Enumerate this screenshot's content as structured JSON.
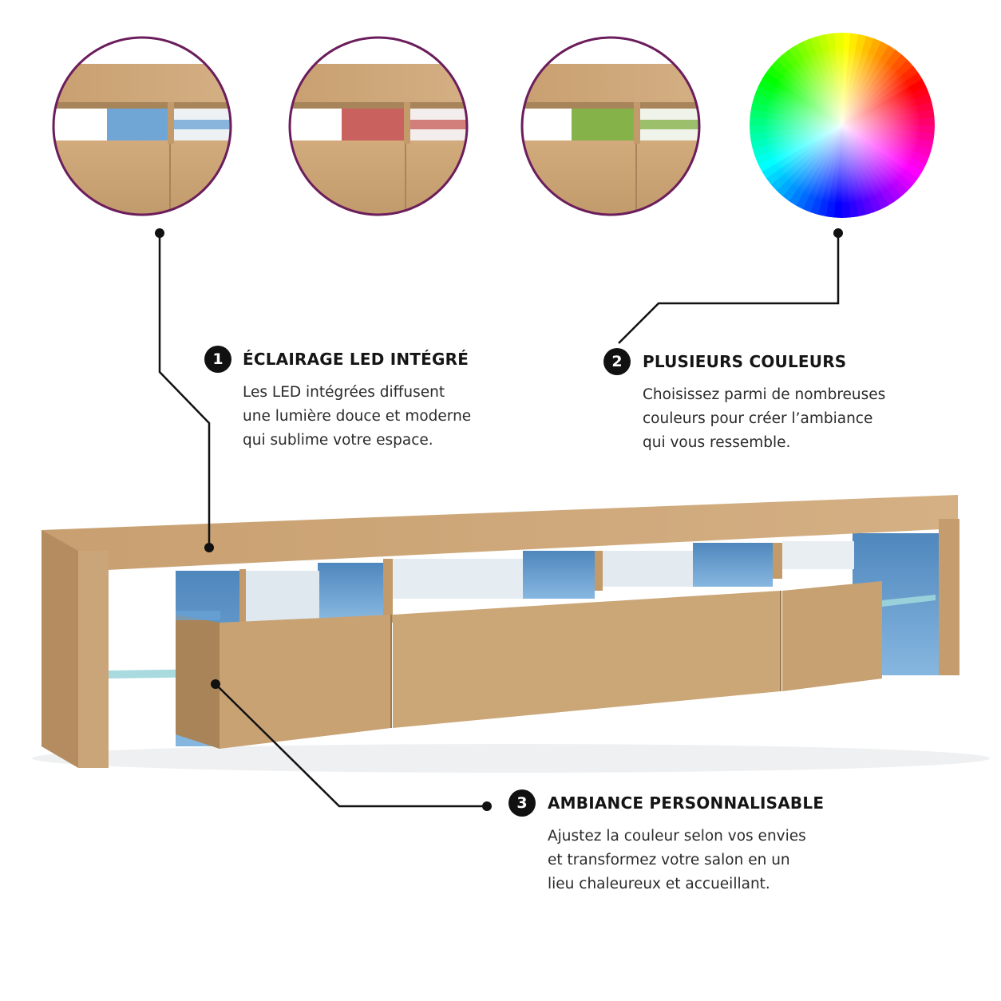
{
  "features": [
    {
      "number": "1",
      "title": "ÉCLAIRAGE LED INTÉGRÉ",
      "lines": [
        "Les LED intégrées diffusent",
        "une lumière douce et moderne",
        "qui sublime votre espace."
      ]
    },
    {
      "number": "2",
      "title": "PLUSIEURS COULEURS",
      "lines": [
        "Choisissez parmi de nombreuses",
        "couleurs pour créer l’ambiance",
        "qui vous ressemble."
      ]
    },
    {
      "number": "3",
      "title": "AMBIANCE PERSONNALISABLE",
      "lines": [
        "Ajustez la couleur selon vos envies",
        "et transformez votre salon en un",
        "lieu chaleureux et accueillant."
      ]
    }
  ],
  "light_variants": [
    {
      "name": "blue-light",
      "color": "#6fa6d6"
    },
    {
      "name": "red-light",
      "color": "#c9625e"
    },
    {
      "name": "green-light",
      "color": "#86b24a"
    }
  ],
  "colors": {
    "wood": "#c9a274",
    "wood_dark": "#a8845a",
    "wood_light": "#d8b488",
    "led_blue": "#5b93c8",
    "frame_purple": "#6b1d5c"
  }
}
